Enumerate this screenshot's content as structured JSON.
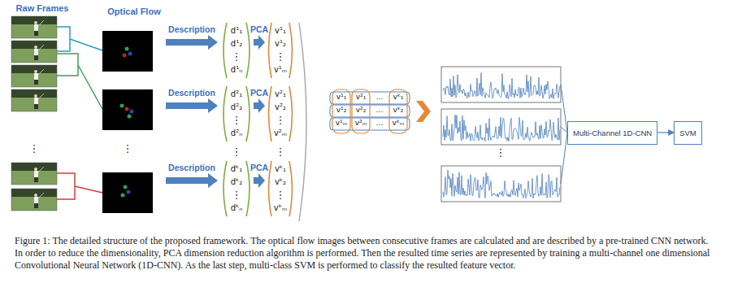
{
  "diagram": {
    "caption": "Figure 1: The detailed structure of the proposed framework. The optical flow images between consecutive frames are calculated and are described by a pre-trained CNN network. In order to reduce the dimensionality, PCA dimension reduction algorithm is performed. Then the resulted time series are represented by training a multi-channel one dimensional Convolutional Neural Network (1D-CNN). As the last step, multi-class SVM is performed to classify the resulted feature vector.",
    "nodes": [
      {
        "text": [
          "Multi-Channel 1D-CNN"
        ]
      },
      {
        "text": [
          "SVM"
        ]
      }
    ],
    "edges": [
      {
        "from": 0,
        "to": 1,
        "arrow": "to"
      }
    ],
    "labels": [
      "Raw Frames",
      "Optical Flow",
      "Description",
      "PCA",
      "Description",
      "PCA",
      "Description",
      "PCA",
      "d¹₁",
      "d¹₂",
      "⋮",
      "d¹ₙ",
      "v¹₁",
      "v¹₂",
      "⋮",
      "v¹ₘ",
      "d²₁",
      "d²₂",
      "⋮",
      "d²ₙ",
      "v²₁",
      "v²₂",
      "⋮",
      "v²ₘ",
      "dᵏ₁",
      "dᵏ₂",
      "⋮",
      "dᵏₙ",
      "vᵏ₁",
      "vᵏ₂",
      "⋮",
      "vᵏₘ",
      "⋮",
      "⋮",
      "⋮",
      "⋮",
      "⋮",
      "v¹₁",
      "v²₁",
      "…",
      "vᵏ₁",
      "v¹₂",
      "v²₂",
      "…",
      "vᵏ₂",
      "v¹ₘ",
      "v²ₘ",
      "…",
      "vᵏₘ"
    ]
  }
}
